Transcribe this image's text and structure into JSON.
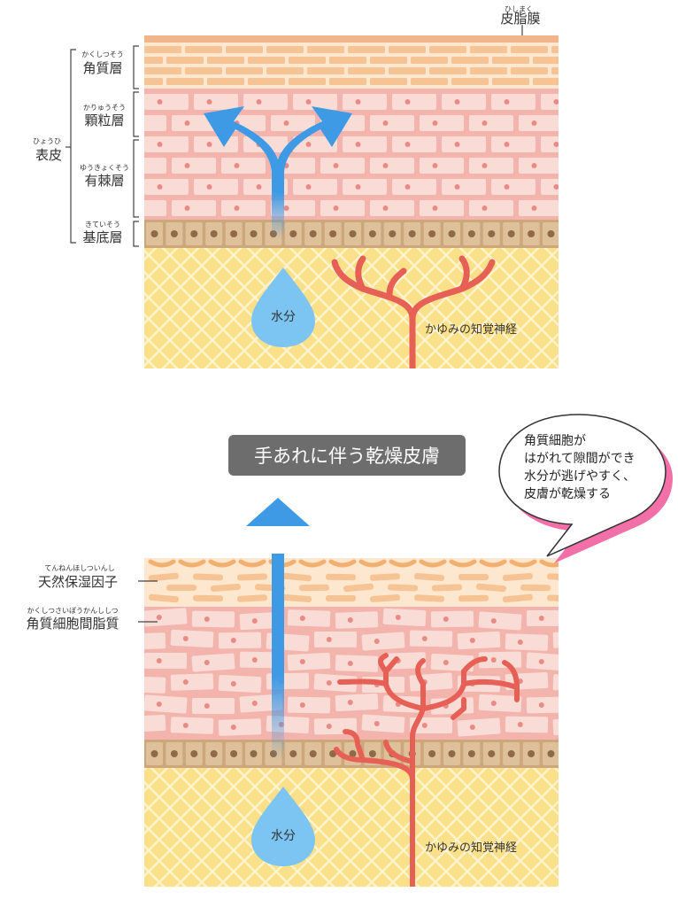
{
  "colors": {
    "sebum": "#f2b48a",
    "stratum_corneum_bg": "#fde7cf",
    "corneum_cell": "#f6c394",
    "epidermis_bg": "#f4b4ae",
    "cell": "#f9dcd6",
    "nucleus": "#e98a84",
    "basal_bg": "#cba77b",
    "basal_cell": "#dec09a",
    "dermis": "#fbe08a",
    "water": "#7cc4f2",
    "arrow": "#3f9ae6",
    "nerve": "#e66056",
    "title_bg": "#6d6d6d",
    "bubble_outline": "#333333",
    "bubble_shadow": "#f36fa7"
  },
  "top_diagram": {
    "sebum_film": {
      "ruby": "ひしまく",
      "label": "皮脂膜"
    },
    "epidermis": {
      "ruby": "ひょうひ",
      "label": "表皮"
    },
    "layers": [
      {
        "ruby": "かくしつそう",
        "label": "角質層"
      },
      {
        "ruby": "かりゅうそう",
        "label": "顆粒層"
      },
      {
        "ruby": "ゆうきょくそう",
        "label": "有棘層"
      },
      {
        "ruby": "きていそう",
        "label": "基底層"
      }
    ],
    "water_label": "水分",
    "nerve_label": "かゆみの知覚神経"
  },
  "bottom_diagram": {
    "title": "手あれに伴う乾燥皮膚",
    "bubble_lines": [
      "角質細胞が",
      "はがれて隙間ができ",
      "水分が逃げやすく、",
      "皮膚が乾燥する"
    ],
    "nmf": {
      "ruby": "てんねんほしついんし",
      "label": "天然保湿因子"
    },
    "intercellular_lipid": {
      "ruby": "かくしつさいぼうかんししつ",
      "label": "角質細胞間脂質"
    },
    "water_label": "水分",
    "nerve_label": "かゆみの知覚神経"
  }
}
